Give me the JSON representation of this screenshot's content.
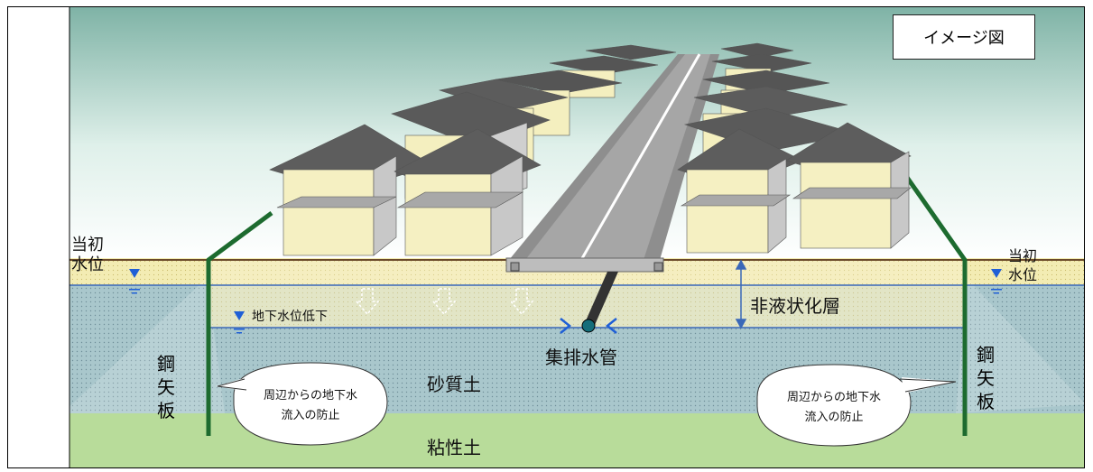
{
  "title_box": "イメージ図",
  "labels": {
    "initial_water_left_1": "当初",
    "initial_water_left_2": "水位",
    "initial_water_right_1": "当初",
    "initial_water_right_2": "水位",
    "water_table_lowering": "地下水位低下",
    "non_liquefaction_layer": "非液状化層",
    "drain_pipe": "集排水管",
    "sandy_soil": "砂質土",
    "clay_soil": "粘性土",
    "sheet_pile_left": [
      "鋼",
      "矢",
      "板"
    ],
    "sheet_pile_right": [
      "鋼",
      "矢",
      "板"
    ],
    "bubble_left": [
      "周辺からの地下水",
      "流入の防止"
    ],
    "bubble_right": [
      "周辺からの地下水",
      "流入の防止"
    ]
  },
  "colors": {
    "sky_top": "#7fb3a6",
    "sky_bottom": "#ffffff",
    "unsat_layer": "#f3ecb3",
    "sandy_layer": "#a9c7cc",
    "clay_layer": "#b8dc9a",
    "sheet_pile": "#1d6b2f",
    "water_line": "#3a68b8",
    "water_symbol": "#1f5fd6"
  }
}
